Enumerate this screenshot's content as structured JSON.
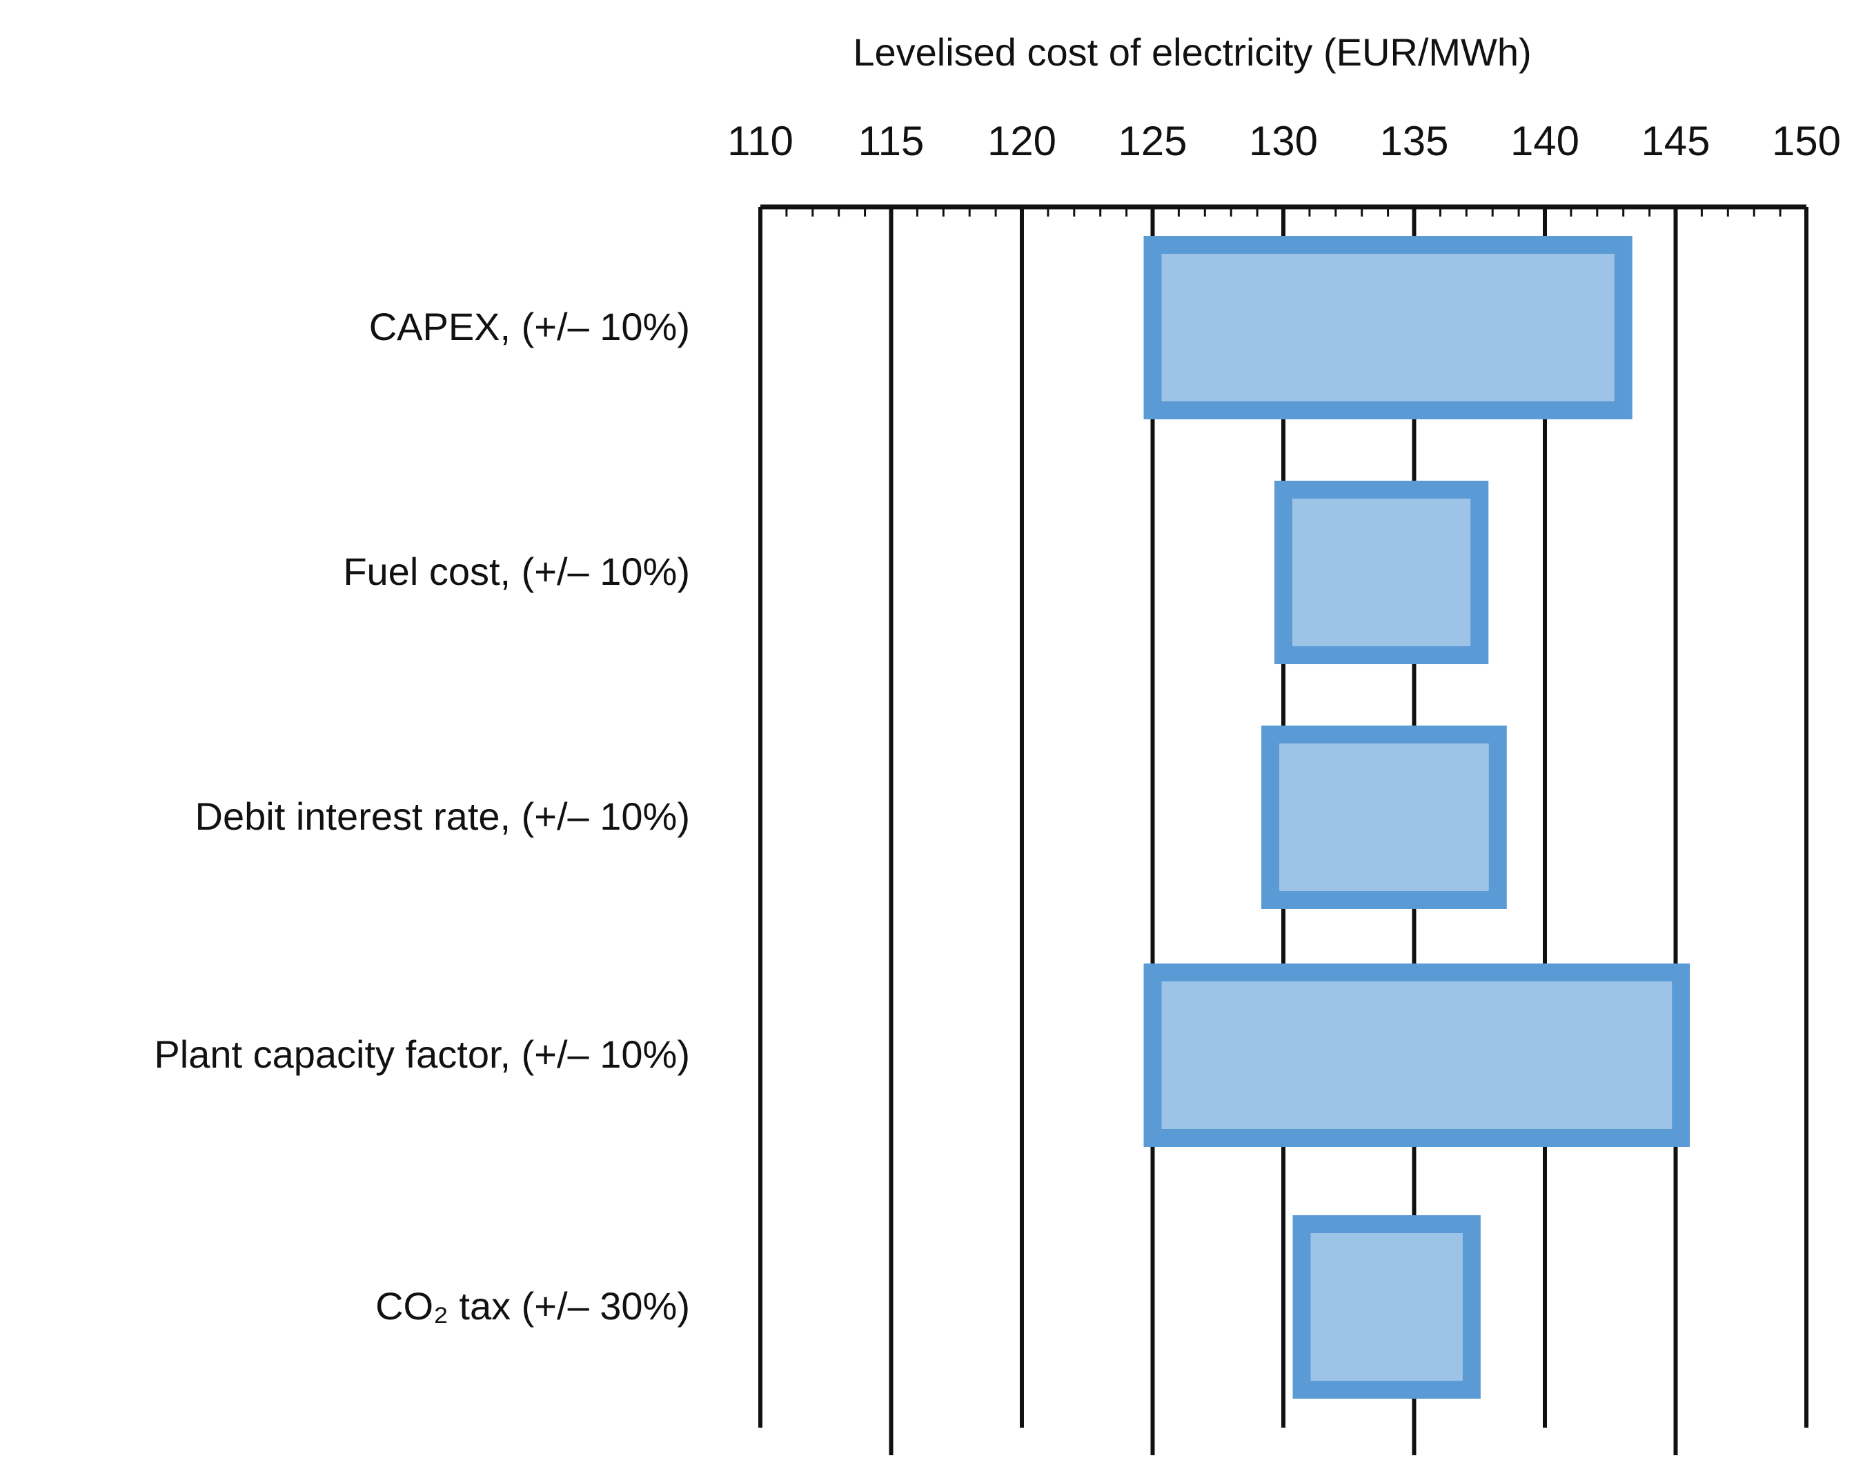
{
  "chart_data": {
    "type": "bar",
    "orientation": "horizontal",
    "subtype": "tornado",
    "xlabel": "Levelised cost of electricity (EUR/MWh)",
    "xlim": [
      110,
      150
    ],
    "x_ticks": [
      110,
      115,
      120,
      125,
      130,
      135,
      140,
      145,
      150
    ],
    "x_tick_labels": [
      "110",
      "115",
      "120",
      "125",
      "130",
      "135",
      "140",
      "145",
      "150"
    ],
    "x_axis_position": "top",
    "grid": "vertical",
    "categories": [
      "CAPEX, (+/– 10%)",
      "Fuel cost, (+/– 10%)",
      "Debit interest rate, (+/– 10%)",
      "Plant capacity factor, (+/– 10%)",
      "CO₂ tax (+/– 30%)"
    ],
    "series": [
      {
        "ranges": [
          [
            125,
            143
          ],
          [
            130,
            137.5
          ],
          [
            129.5,
            138.2
          ],
          [
            125,
            145.2
          ],
          [
            130.7,
            137.2
          ]
        ]
      }
    ],
    "colors": {
      "bar_fill": "#9dc3e6",
      "bar_border": "#5b9bd5",
      "gridline": "#111111"
    }
  }
}
